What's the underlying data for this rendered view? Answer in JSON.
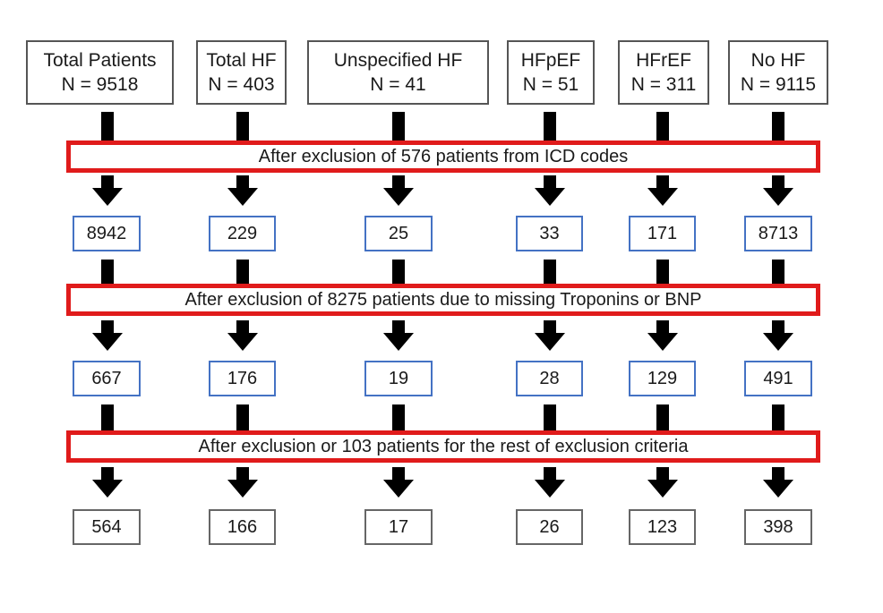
{
  "columns": [
    {
      "title": "Total Patients",
      "n": "N = 9518",
      "after_icd": "8942",
      "after_biomarkers": "667",
      "final": "564"
    },
    {
      "title": "Total HF",
      "n": "N = 403",
      "after_icd": "229",
      "after_biomarkers": "176",
      "final": "166"
    },
    {
      "title": "Unspecified HF",
      "n": "N = 41",
      "after_icd": "25",
      "after_biomarkers": "19",
      "final": "17"
    },
    {
      "title": "HFpEF",
      "n": "N = 51",
      "after_icd": "33",
      "after_biomarkers": "28",
      "final": "26"
    },
    {
      "title": "HFrEF",
      "n": "N = 311",
      "after_icd": "171",
      "after_biomarkers": "129",
      "final": "123"
    },
    {
      "title": "No HF",
      "n": "N = 9115",
      "after_icd": "8713",
      "after_biomarkers": "491",
      "final": "398"
    }
  ],
  "exclusions": [
    "After exclusion of 576 patients from ICD codes",
    "After exclusion of 8275 patients due to missing Troponins or BNP",
    "After exclusion or 103 patients for the rest of exclusion criteria"
  ],
  "colors": {
    "exclusion_border": "#e01b1b",
    "intermediate_box_border": "#4472c4",
    "header_box_border": "#555555",
    "final_box_border": "#666666",
    "arrow": "#000000"
  }
}
